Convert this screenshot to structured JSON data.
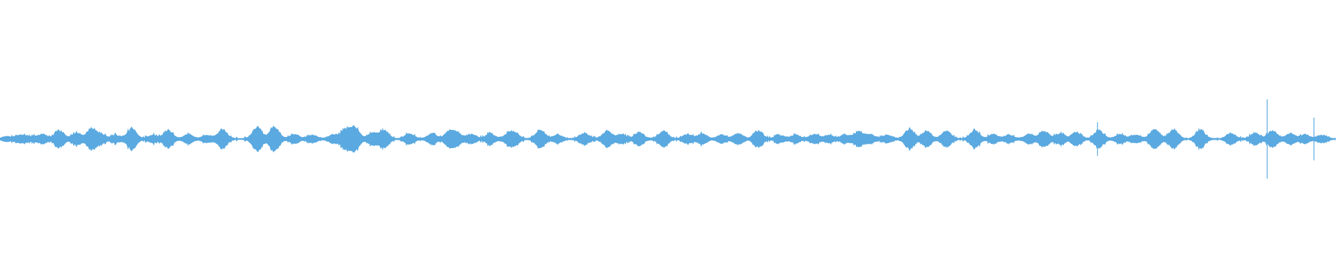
{
  "waveform": {
    "color": "#5aa9e0",
    "background": "#ffffff",
    "baseline_level": 0.008,
    "peak_amplitude": 1.0,
    "bursts": [
      {
        "t": 0.0055,
        "a": 0.03
      },
      {
        "t": 0.0155,
        "a": 0.05
      },
      {
        "t": 0.024,
        "a": 0.03
      },
      {
        "t": 0.032,
        "a": 0.06
      },
      {
        "t": 0.0445,
        "a": 0.12
      },
      {
        "t": 0.0575,
        "a": 0.08
      },
      {
        "t": 0.0685,
        "a": 0.14
      },
      {
        "t": 0.0755,
        "a": 0.06
      },
      {
        "t": 0.0865,
        "a": 0.05
      },
      {
        "t": 0.0985,
        "a": 0.15
      },
      {
        "t": 0.1145,
        "a": 0.05
      },
      {
        "t": 0.126,
        "a": 0.12
      },
      {
        "t": 0.141,
        "a": 0.06
      },
      {
        "t": 0.155,
        "a": 0.05
      },
      {
        "t": 0.1665,
        "a": 0.13
      },
      {
        "t": 0.1925,
        "a": 0.17
      },
      {
        "t": 0.2055,
        "a": 0.17
      },
      {
        "t": 0.2205,
        "a": 0.06
      },
      {
        "t": 0.234,
        "a": 0.05
      },
      {
        "t": 0.249,
        "a": 0.05
      },
      {
        "t": 0.2585,
        "a": 0.13
      },
      {
        "t": 0.2655,
        "a": 0.16
      },
      {
        "t": 0.279,
        "a": 0.08
      },
      {
        "t": 0.2875,
        "a": 0.12
      },
      {
        "t": 0.3065,
        "a": 0.07
      },
      {
        "t": 0.3235,
        "a": 0.07
      },
      {
        "t": 0.3365,
        "a": 0.11
      },
      {
        "t": 0.3425,
        "a": 0.07
      },
      {
        "t": 0.353,
        "a": 0.06
      },
      {
        "t": 0.367,
        "a": 0.07
      },
      {
        "t": 0.3805,
        "a": 0.06
      },
      {
        "t": 0.3855,
        "a": 0.07
      },
      {
        "t": 0.4045,
        "a": 0.13
      },
      {
        "t": 0.4175,
        "a": 0.05
      },
      {
        "t": 0.4375,
        "a": 0.08
      },
      {
        "t": 0.4545,
        "a": 0.11
      },
      {
        "t": 0.465,
        "a": 0.06
      },
      {
        "t": 0.4785,
        "a": 0.09
      },
      {
        "t": 0.4965,
        "a": 0.11
      },
      {
        "t": 0.5145,
        "a": 0.06
      },
      {
        "t": 0.5255,
        "a": 0.07
      },
      {
        "t": 0.5405,
        "a": 0.05
      },
      {
        "t": 0.5525,
        "a": 0.07
      },
      {
        "t": 0.5675,
        "a": 0.11
      },
      {
        "t": 0.5835,
        "a": 0.05
      },
      {
        "t": 0.5955,
        "a": 0.05
      },
      {
        "t": 0.6095,
        "a": 0.06
      },
      {
        "t": 0.6205,
        "a": 0.05
      },
      {
        "t": 0.6325,
        "a": 0.05
      },
      {
        "t": 0.6425,
        "a": 0.1
      },
      {
        "t": 0.6515,
        "a": 0.06
      },
      {
        "t": 0.6645,
        "a": 0.05
      },
      {
        "t": 0.6805,
        "a": 0.13
      },
      {
        "t": 0.6935,
        "a": 0.11
      },
      {
        "t": 0.7085,
        "a": 0.11
      },
      {
        "t": 0.7295,
        "a": 0.12
      },
      {
        "t": 0.7435,
        "a": 0.06
      },
      {
        "t": 0.7555,
        "a": 0.05
      },
      {
        "t": 0.7705,
        "a": 0.06
      },
      {
        "t": 0.7815,
        "a": 0.11
      },
      {
        "t": 0.7935,
        "a": 0.07
      },
      {
        "t": 0.8055,
        "a": 0.09
      },
      {
        "t": 0.8225,
        "a": 0.12
      },
      {
        "t": 0.8385,
        "a": 0.06
      },
      {
        "t": 0.8505,
        "a": 0.05
      },
      {
        "t": 0.8645,
        "a": 0.14
      },
      {
        "t": 0.8785,
        "a": 0.13
      },
      {
        "t": 0.8985,
        "a": 0.12
      },
      {
        "t": 0.9215,
        "a": 0.07
      },
      {
        "t": 0.9395,
        "a": 0.08
      },
      {
        "t": 0.9525,
        "a": 0.11
      },
      {
        "t": 0.9655,
        "a": 0.07
      },
      {
        "t": 0.9765,
        "a": 0.06
      },
      {
        "t": 0.9895,
        "a": 0.05
      }
    ],
    "spikes": [
      {
        "t": 0.8215,
        "a": 0.22
      },
      {
        "t": 0.9485,
        "a": 0.52
      },
      {
        "t": 0.9835,
        "a": 0.28
      }
    ]
  }
}
